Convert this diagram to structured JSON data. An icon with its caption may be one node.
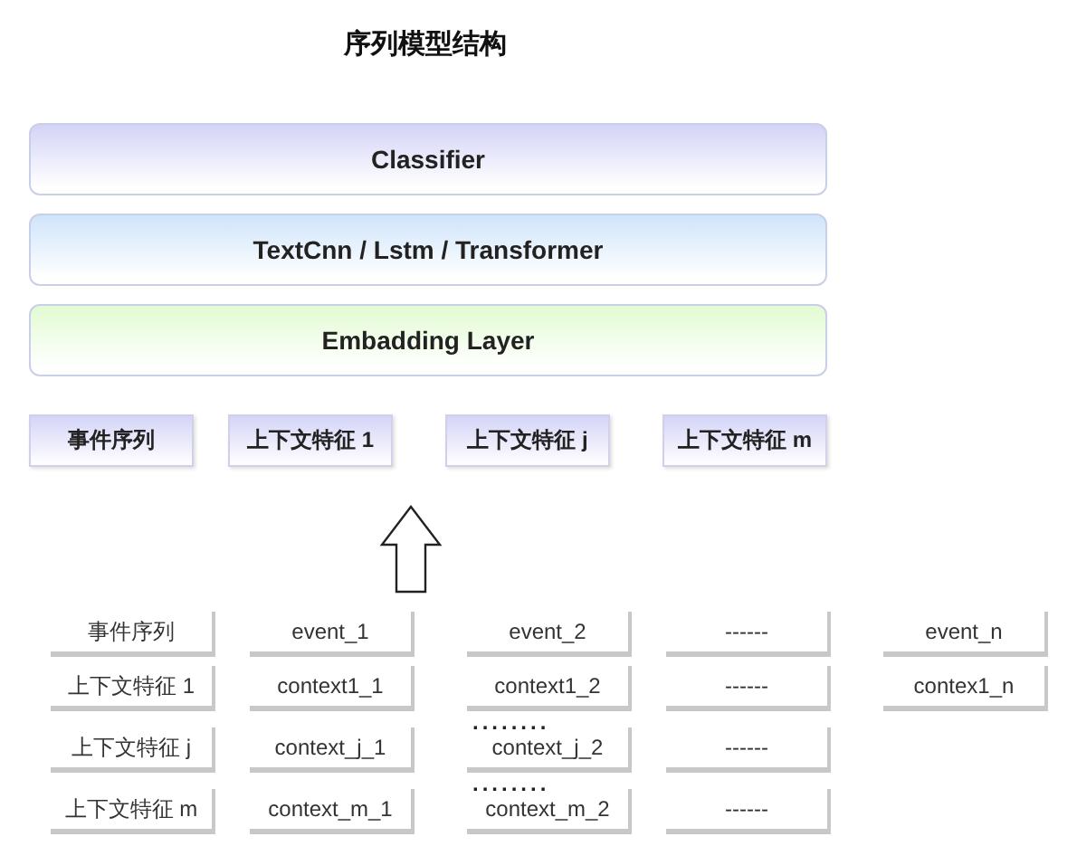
{
  "diagram": {
    "title": "序列模型结构",
    "nodes": [
      {
        "text": [
          "Classifier"
        ]
      },
      {
        "text": [
          "TextCnn / Lstm / Transformer"
        ]
      },
      {
        "text": [
          "Embadding Layer"
        ]
      },
      {
        "text": [
          "事件序列"
        ]
      },
      {
        "text": [
          "上下文特征 1"
        ]
      },
      {
        "text": [
          "上下文特征 j"
        ]
      },
      {
        "text": [
          "上下文特征 m"
        ]
      },
      {
        "text": [
          "事件序列"
        ]
      },
      {
        "text": [
          "event_1"
        ]
      },
      {
        "text": [
          "event_2"
        ]
      },
      {
        "text": [
          "------"
        ]
      },
      {
        "text": [
          "event_n"
        ]
      },
      {
        "text": [
          "上下文特征 1"
        ]
      },
      {
        "text": [
          "context1_1"
        ]
      },
      {
        "text": [
          "context1_2"
        ]
      },
      {
        "text": [
          "------"
        ]
      },
      {
        "text": [
          "contex1_n"
        ]
      },
      {
        "text": [
          "上下文特征 j"
        ]
      },
      {
        "text": [
          "context_j_1"
        ]
      },
      {
        "text": [
          "context_j_2"
        ]
      },
      {
        "text": [
          "------"
        ]
      },
      {
        "text": [
          "上下文特征 m"
        ]
      },
      {
        "text": [
          "context_m_1"
        ]
      },
      {
        "text": [
          "context_m_2"
        ]
      },
      {
        "text": [
          "------"
        ]
      }
    ],
    "edges": [
      {
        "from": 8,
        "to": 4,
        "arrow": "to"
      }
    ],
    "labels": [
      "........",
      "........"
    ]
  }
}
